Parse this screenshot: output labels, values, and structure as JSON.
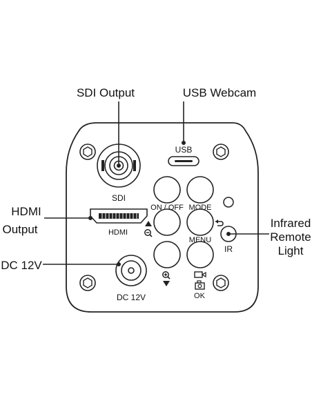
{
  "callouts": {
    "sdi_output": "SDI Output",
    "usb_webcam": "USB Webcam",
    "hdmi_output_line1": "HDMI",
    "hdmi_output_line2": "Output",
    "dc_12v": "DC 12V",
    "infrared_line1": "Infrared",
    "infrared_line2": "Remote",
    "infrared_line3": "Light"
  },
  "panel": {
    "sdi_label": "SDI",
    "usb_label": "USB",
    "hdmi_label": "HDMI",
    "dc_label": "DC 12V",
    "on_off_label": "ON / OFF",
    "mode_label": "MODE",
    "menu_label": "MENU",
    "ir_label": "IR",
    "ok_label": "OK"
  },
  "colors": {
    "line": "#222222",
    "body_fill": "#ffffff"
  },
  "icons": [
    "zoom-out-icon",
    "zoom-in-icon",
    "up-arrow-icon",
    "down-arrow-icon",
    "return-icon",
    "video-camera-icon",
    "photo-camera-icon",
    "hex-screw-icon"
  ]
}
